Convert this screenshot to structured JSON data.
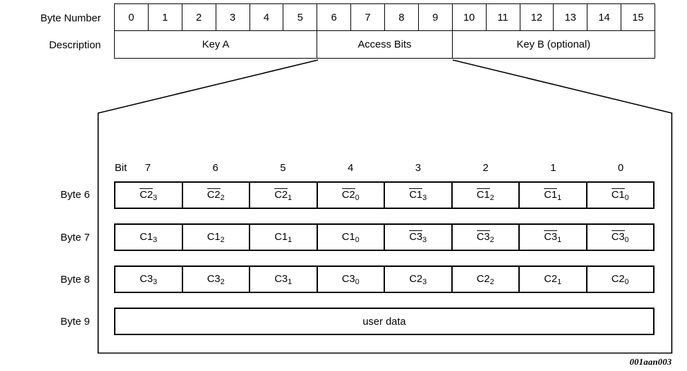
{
  "figure": {
    "caption": "001aan003"
  },
  "top_table": {
    "row_labels": {
      "byte_number": "Byte Number",
      "description": "Description"
    },
    "byte_numbers": [
      "0",
      "1",
      "2",
      "3",
      "4",
      "5",
      "6",
      "7",
      "8",
      "9",
      "10",
      "11",
      "12",
      "13",
      "14",
      "15"
    ],
    "description_segments": [
      {
        "label": "Key A",
        "span": 6
      },
      {
        "label": "Access Bits",
        "span": 4
      },
      {
        "label": "Key B (optional)",
        "span": 6
      }
    ]
  },
  "detail": {
    "bit_word": "Bit",
    "bit_numbers": [
      "7",
      "6",
      "5",
      "4",
      "3",
      "2",
      "1",
      "0"
    ],
    "row_labels": [
      "Byte 6",
      "Byte 7",
      "Byte 8",
      "Byte 9"
    ],
    "rows": [
      {
        "label": "Byte 6",
        "cells": [
          {
            "base": "C2",
            "sub": "3",
            "negated": true
          },
          {
            "base": "C2",
            "sub": "2",
            "negated": true
          },
          {
            "base": "C2",
            "sub": "1",
            "negated": true
          },
          {
            "base": "C2",
            "sub": "0",
            "negated": true
          },
          {
            "base": "C1",
            "sub": "3",
            "negated": true
          },
          {
            "base": "C1",
            "sub": "2",
            "negated": true
          },
          {
            "base": "C1",
            "sub": "1",
            "negated": true
          },
          {
            "base": "C1",
            "sub": "0",
            "negated": true
          }
        ]
      },
      {
        "label": "Byte 7",
        "cells": [
          {
            "base": "C1",
            "sub": "3",
            "negated": false
          },
          {
            "base": "C1",
            "sub": "2",
            "negated": false
          },
          {
            "base": "C1",
            "sub": "1",
            "negated": false
          },
          {
            "base": "C1",
            "sub": "0",
            "negated": false
          },
          {
            "base": "C3",
            "sub": "3",
            "negated": true
          },
          {
            "base": "C3",
            "sub": "2",
            "negated": true
          },
          {
            "base": "C3",
            "sub": "1",
            "negated": true
          },
          {
            "base": "C3",
            "sub": "0",
            "negated": true
          }
        ]
      },
      {
        "label": "Byte 8",
        "cells": [
          {
            "base": "C3",
            "sub": "3",
            "negated": false
          },
          {
            "base": "C3",
            "sub": "2",
            "negated": false
          },
          {
            "base": "C3",
            "sub": "1",
            "negated": false
          },
          {
            "base": "C3",
            "sub": "0",
            "negated": false
          },
          {
            "base": "C2",
            "sub": "3",
            "negated": false
          },
          {
            "base": "C2",
            "sub": "2",
            "negated": false
          },
          {
            "base": "C2",
            "sub": "1",
            "negated": false
          },
          {
            "base": "C2",
            "sub": "0",
            "negated": false
          }
        ]
      },
      {
        "label": "Byte 9",
        "full_width_label": "user data"
      }
    ]
  },
  "style": {
    "line_color": "#000000",
    "background": "#ffffff"
  }
}
